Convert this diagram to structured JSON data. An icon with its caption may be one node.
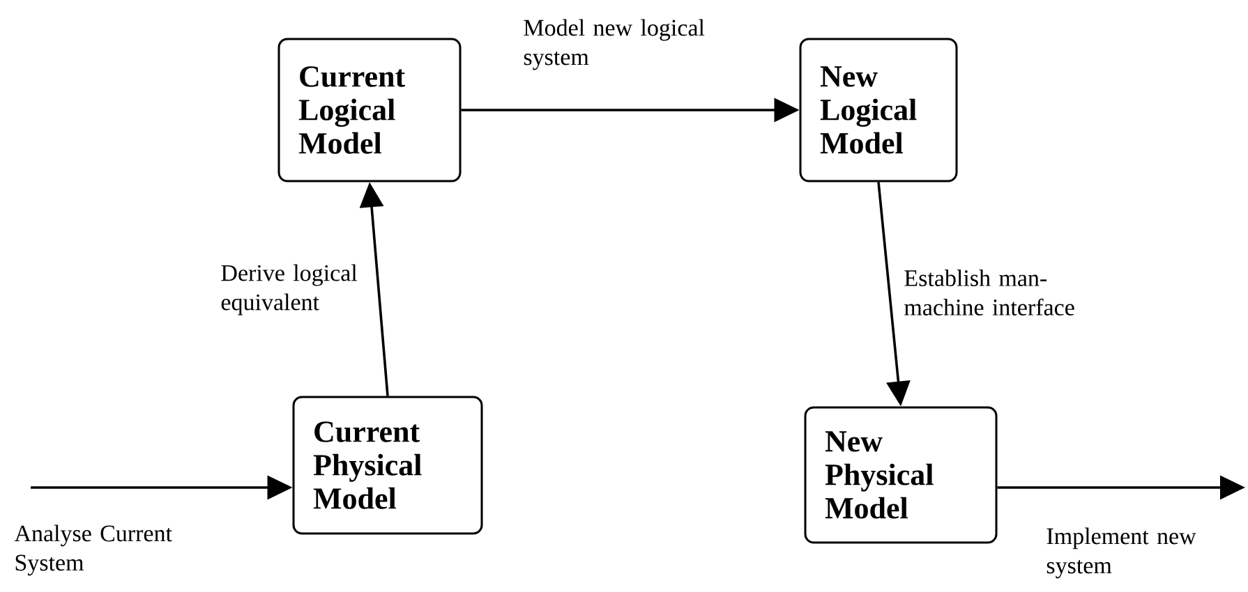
{
  "diagram": {
    "nodes": [
      {
        "text": [
          "Current Logical Model"
        ]
      },
      {
        "text": [
          "New Logical Model"
        ]
      },
      {
        "text": [
          "Current Physical Model"
        ]
      },
      {
        "text": [
          "New Physical Model"
        ]
      }
    ],
    "edges": [
      {
        "from": null,
        "to": 2,
        "arrow": "to",
        "label": "Analyse Current System"
      },
      {
        "from": 2,
        "to": 0,
        "arrow": "to",
        "label": "Derive logical equivalent"
      },
      {
        "from": 0,
        "to": 1,
        "arrow": "to",
        "label": "Model new logical system"
      },
      {
        "from": 1,
        "to": 3,
        "arrow": "to",
        "label": "Establish man-machine interface"
      },
      {
        "from": 3,
        "to": null,
        "arrow": "to",
        "label": "Implement new system"
      }
    ]
  }
}
